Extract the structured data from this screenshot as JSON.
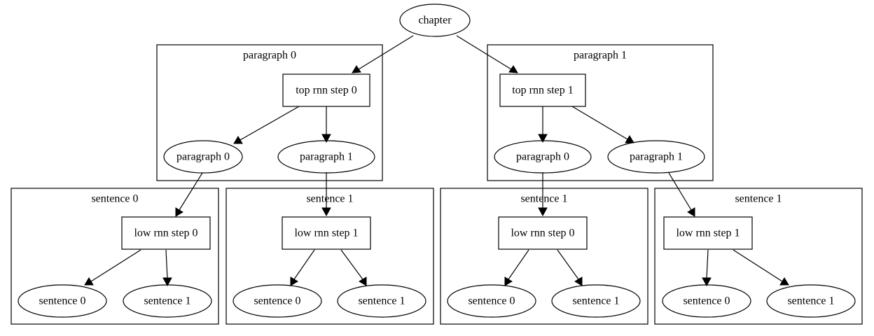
{
  "diagram": {
    "root": {
      "label": "chapter"
    },
    "paragraph_clusters": [
      {
        "title": "paragraph 0",
        "step_label": "top rnn step 0",
        "children": [
          "paragraph 0",
          "paragraph 1"
        ]
      },
      {
        "title": "paragraph 1",
        "step_label": "top rnn step 1",
        "children": [
          "paragraph 0",
          "paragraph 1"
        ]
      }
    ],
    "sentence_clusters": [
      {
        "title": "sentence 0",
        "step_label": "low rnn step 0",
        "children": [
          "sentence 0",
          "sentence 1"
        ]
      },
      {
        "title": "sentence 1",
        "step_label": "low rnn step 1",
        "children": [
          "sentence 0",
          "sentence 1"
        ]
      },
      {
        "title": "sentence 1",
        "step_label": "low rnn step 0",
        "children": [
          "sentence 0",
          "sentence 1"
        ]
      },
      {
        "title": "sentence 1",
        "step_label": "low rnn step 1",
        "children": [
          "sentence 0",
          "sentence 1"
        ]
      }
    ]
  }
}
